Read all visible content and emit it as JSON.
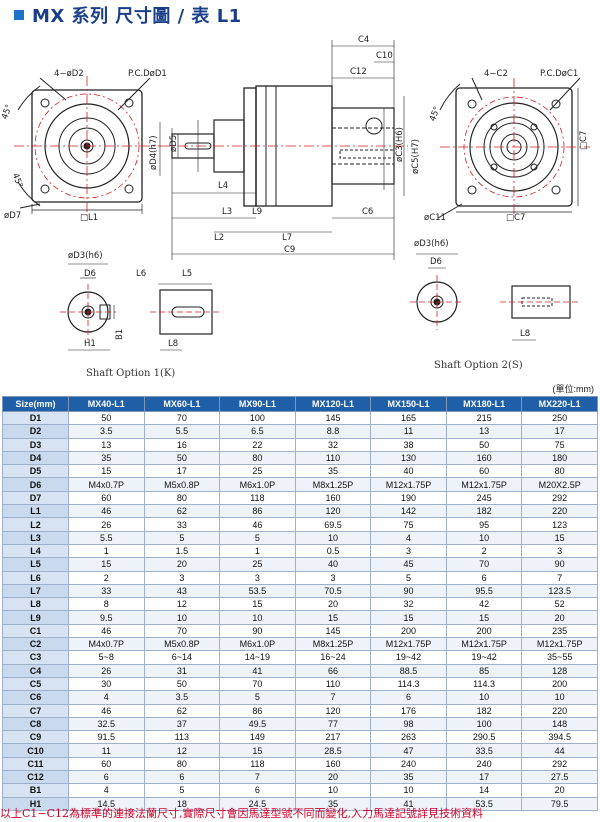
{
  "title": "MX 系列 尺寸圖 / 表 L1",
  "drawing": {
    "front_labels": [
      "4−øD2",
      "P.C.DøD1",
      "45°",
      "45°",
      "øD7",
      "□L1"
    ],
    "side_labels": [
      "C4",
      "C10",
      "C12",
      "øD5",
      "øD4(h7)",
      "øC3(H6)",
      "øC5(H7)",
      "L4",
      "L3",
      "L9",
      "C6",
      "L2",
      "L7",
      "C9"
    ],
    "rear_labels": [
      "4−C2",
      "P.C.DøC1",
      "45°",
      "□C7",
      "øC11",
      "□C7"
    ],
    "shaft_k_labels": [
      "øD3(h6)",
      "D6",
      "L6",
      "L5",
      "H1",
      "B1",
      "L8"
    ],
    "shaft_s_labels": [
      "øD3(h6)",
      "D6",
      "L8"
    ],
    "caption_k": "Shaft Option 1(K)",
    "caption_s": "Shaft Option 2(S)"
  },
  "unit_label": "(單位:mm)",
  "table": {
    "headers": [
      "Size(mm)",
      "MX40-L1",
      "MX60-L1",
      "MX90-L1",
      "MX120-L1",
      "MX150-L1",
      "MX180-L1",
      "MX220-L1"
    ],
    "rows": [
      [
        "D1",
        "50",
        "70",
        "100",
        "145",
        "165",
        "215",
        "250"
      ],
      [
        "D2",
        "3.5",
        "5.5",
        "6.5",
        "8.8",
        "11",
        "13",
        "17"
      ],
      [
        "D3",
        "13",
        "16",
        "22",
        "32",
        "38",
        "50",
        "75"
      ],
      [
        "D4",
        "35",
        "50",
        "80",
        "110",
        "130",
        "160",
        "180"
      ],
      [
        "D5",
        "15",
        "17",
        "25",
        "35",
        "40",
        "60",
        "80"
      ],
      [
        "D6",
        "M4x0.7P",
        "M5x0.8P",
        "M6x1.0P",
        "M8x1.25P",
        "M12x1.75P",
        "M12x1.75P",
        "M20X2.5P"
      ],
      [
        "D7",
        "60",
        "80",
        "118",
        "160",
        "190",
        "245",
        "292"
      ],
      [
        "L1",
        "46",
        "62",
        "86",
        "120",
        "142",
        "182",
        "220"
      ],
      [
        "L2",
        "26",
        "33",
        "46",
        "69.5",
        "75",
        "95",
        "123"
      ],
      [
        "L3",
        "5.5",
        "5",
        "5",
        "10",
        "4",
        "10",
        "15"
      ],
      [
        "L4",
        "1",
        "1.5",
        "1",
        "0.5",
        "3",
        "2",
        "3"
      ],
      [
        "L5",
        "15",
        "20",
        "25",
        "40",
        "45",
        "70",
        "90"
      ],
      [
        "L6",
        "2",
        "3",
        "3",
        "3",
        "5",
        "6",
        "7"
      ],
      [
        "L7",
        "33",
        "43",
        "53.5",
        "70.5",
        "90",
        "95.5",
        "123.5"
      ],
      [
        "L8",
        "8",
        "12",
        "15",
        "20",
        "32",
        "42",
        "52"
      ],
      [
        "L9",
        "9.5",
        "10",
        "10",
        "15",
        "15",
        "15",
        "20"
      ],
      [
        "C1",
        "46",
        "70",
        "90",
        "145",
        "200",
        "200",
        "235"
      ],
      [
        "C2",
        "M4x0.7P",
        "M5x0.8P",
        "M6x1.0P",
        "M8x1.25P",
        "M12x1.75P",
        "M12x1.75P",
        "M12x1.75P"
      ],
      [
        "C3",
        "5~8",
        "6~14",
        "14~19",
        "16~24",
        "19~42",
        "19~42",
        "35~55"
      ],
      [
        "C4",
        "26",
        "31",
        "41",
        "66",
        "88.5",
        "85",
        "128"
      ],
      [
        "C5",
        "30",
        "50",
        "70",
        "110",
        "114.3",
        "114.3",
        "200"
      ],
      [
        "C6",
        "4",
        "3.5",
        "5",
        "7",
        "6",
        "10",
        "10"
      ],
      [
        "C7",
        "46",
        "62",
        "86",
        "120",
        "176",
        "182",
        "220"
      ],
      [
        "C8",
        "32.5",
        "37",
        "49.5",
        "77",
        "98",
        "100",
        "148"
      ],
      [
        "C9",
        "91.5",
        "113",
        "149",
        "217",
        "263",
        "290.5",
        "394.5"
      ],
      [
        "C10",
        "11",
        "12",
        "15",
        "28.5",
        "47",
        "33.5",
        "44"
      ],
      [
        "C11",
        "60",
        "80",
        "118",
        "160",
        "240",
        "240",
        "292"
      ],
      [
        "C12",
        "6",
        "6",
        "7",
        "20",
        "35",
        "17",
        "27.5"
      ],
      [
        "B1",
        "4",
        "5",
        "6",
        "10",
        "10",
        "14",
        "20"
      ],
      [
        "H1",
        "14.5",
        "18",
        "24.5",
        "35",
        "41",
        "53.5",
        "79.5"
      ]
    ]
  },
  "footnote": "以上C1−C12為標準的連接法蘭尺寸,實際尺寸會因馬達型號不同而變化,入力馬達記號詳見技術資料",
  "colors": {
    "title_square": "#1e73c8",
    "title_text": "#1a3f8a",
    "header_bg": "#1f5fa8",
    "center_line": "#d02020",
    "footnote": "#d0002a"
  }
}
